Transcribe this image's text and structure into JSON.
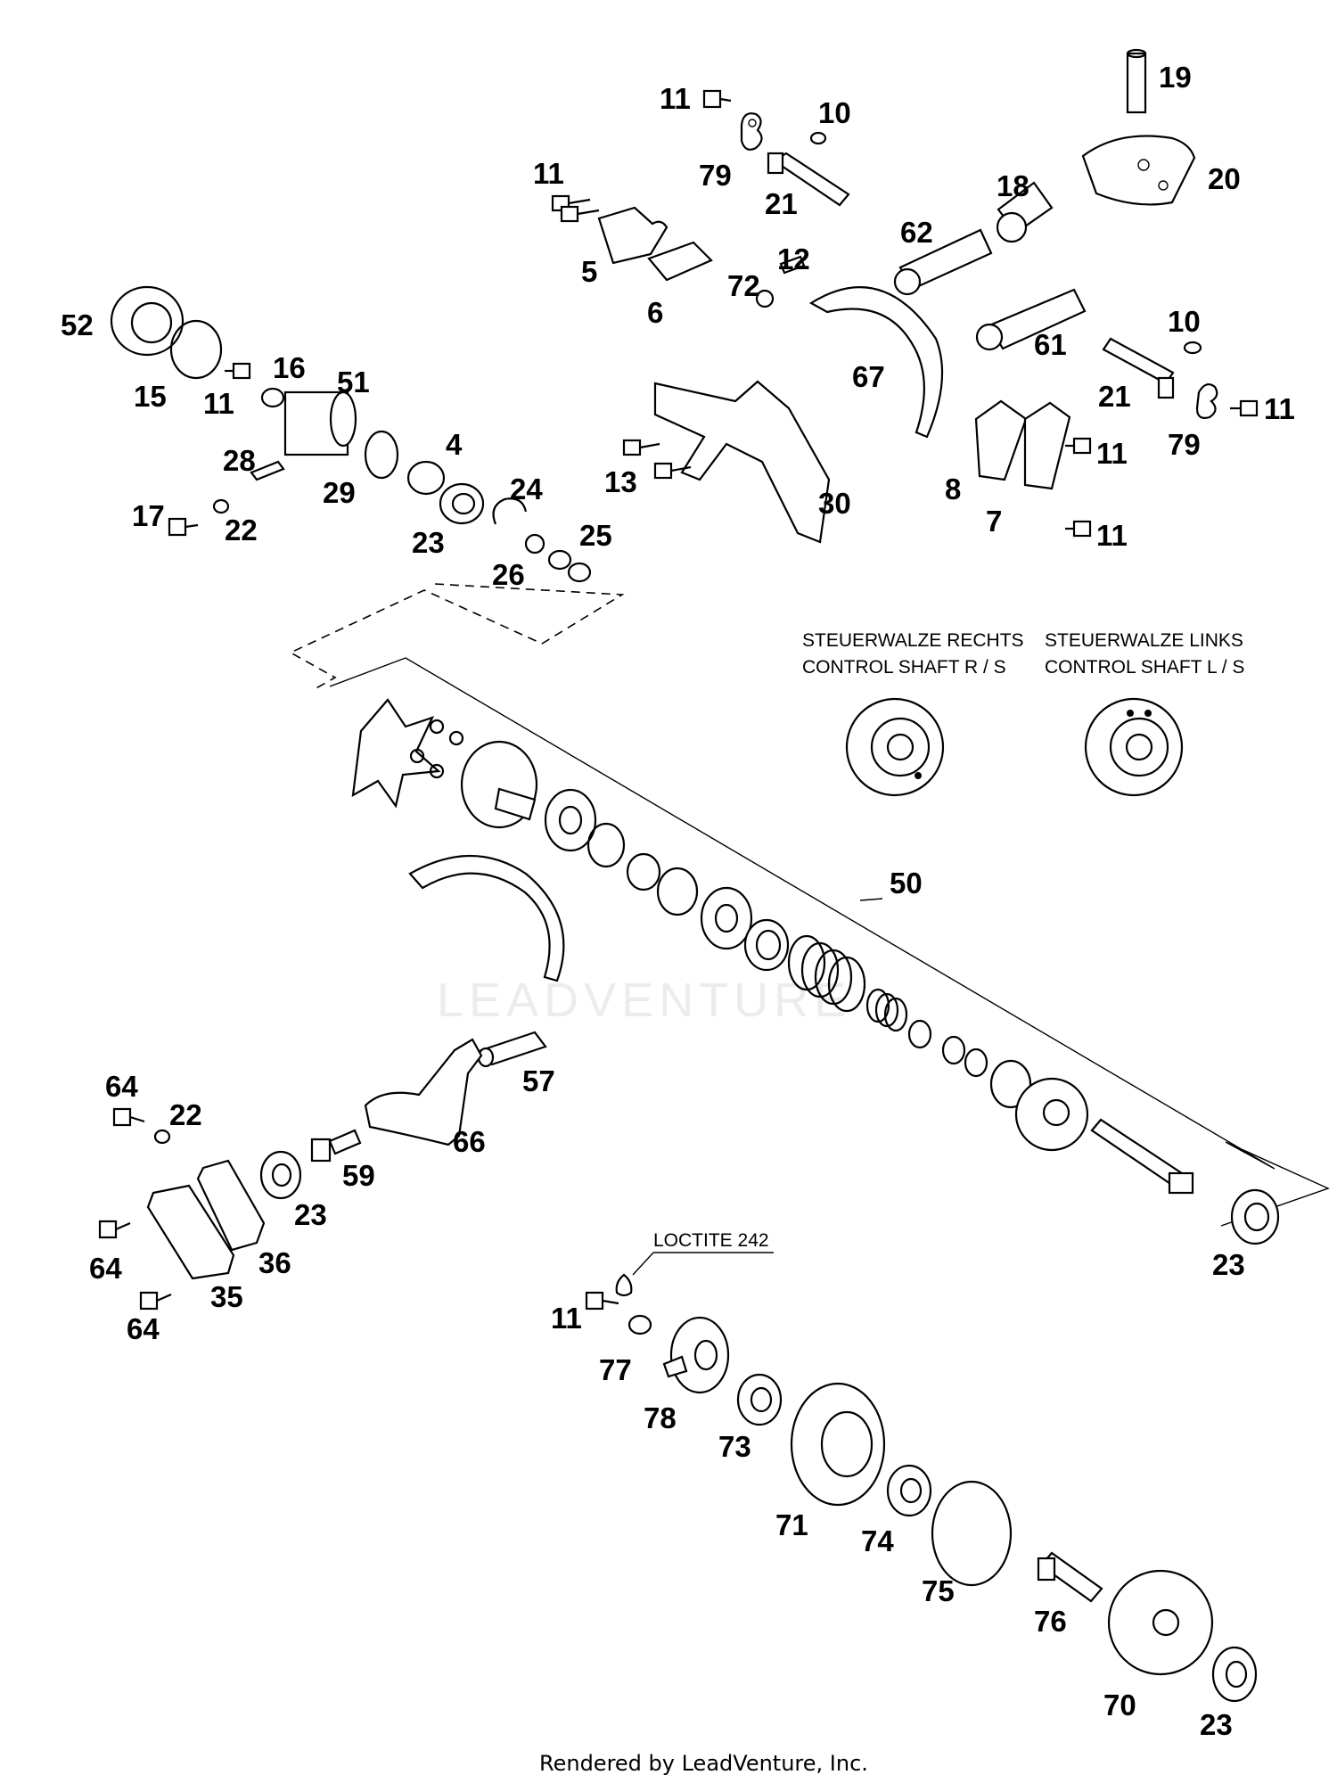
{
  "callouts": [
    {
      "text": "11"
    },
    {
      "text": "10"
    },
    {
      "text": "79"
    },
    {
      "text": "21"
    },
    {
      "text": "19"
    },
    {
      "text": "20"
    },
    {
      "text": "11"
    },
    {
      "text": "18"
    },
    {
      "text": "5"
    },
    {
      "text": "6"
    },
    {
      "text": "62"
    },
    {
      "text": "12"
    },
    {
      "text": "72"
    },
    {
      "text": "52"
    },
    {
      "text": "16"
    },
    {
      "text": "51"
    },
    {
      "text": "15"
    },
    {
      "text": "11"
    },
    {
      "text": "67"
    },
    {
      "text": "61"
    },
    {
      "text": "10"
    },
    {
      "text": "21"
    },
    {
      "text": "11"
    },
    {
      "text": "79"
    },
    {
      "text": "11"
    },
    {
      "text": "4"
    },
    {
      "text": "28"
    },
    {
      "text": "29"
    },
    {
      "text": "24"
    },
    {
      "text": "13"
    },
    {
      "text": "30"
    },
    {
      "text": "8"
    },
    {
      "text": "7"
    },
    {
      "text": "11"
    },
    {
      "text": "17"
    },
    {
      "text": "22"
    },
    {
      "text": "23"
    },
    {
      "text": "26"
    },
    {
      "text": "25"
    },
    {
      "text": "50"
    },
    {
      "text": "57"
    },
    {
      "text": "64"
    },
    {
      "text": "22"
    },
    {
      "text": "66"
    },
    {
      "text": "59"
    },
    {
      "text": "23"
    },
    {
      "text": "64"
    },
    {
      "text": "36"
    },
    {
      "text": "35"
    },
    {
      "text": "64"
    },
    {
      "text": "23"
    },
    {
      "text": "11"
    },
    {
      "text": "77"
    },
    {
      "text": "78"
    },
    {
      "text": "73"
    },
    {
      "text": "71"
    },
    {
      "text": "74"
    },
    {
      "text": "75"
    },
    {
      "text": "76"
    },
    {
      "text": "70"
    },
    {
      "text": "23"
    }
  ],
  "control_shaft_right": {
    "line1": "STEUERWALZE RECHTS",
    "line2": "CONTROL SHAFT R / S"
  },
  "control_shaft_left": {
    "line1": "STEUERWALZE LINKS",
    "line2": "CONTROL SHAFT L / S"
  },
  "loctite_note": "LOCTITE 242",
  "watermark": "LEADVENTURE",
  "footer": "Rendered by LeadVenture, Inc."
}
